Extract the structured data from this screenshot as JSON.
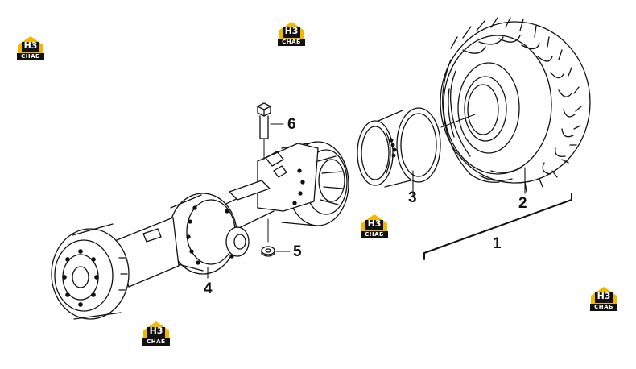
{
  "callouts": {
    "c1": "1",
    "c2": "2",
    "c3": "3",
    "c4": "4",
    "c5": "5",
    "c6": "6"
  },
  "watermark": {
    "mark": "H3",
    "text": "CHAБ",
    "color_primary": "#f2b800",
    "color_dark": "#111111"
  },
  "parts": [
    "tire",
    "rim",
    "axle-assembly",
    "nut",
    "bolt"
  ]
}
